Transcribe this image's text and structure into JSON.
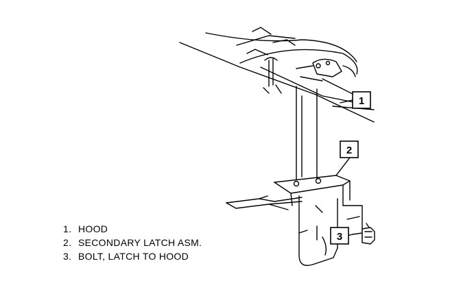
{
  "callouts": [
    {
      "number": "1"
    },
    {
      "number": "2"
    },
    {
      "number": "3"
    }
  ],
  "legend": [
    {
      "number": "1.",
      "text": "HOOD"
    },
    {
      "number": "2.",
      "text": "SECONDARY LATCH ASM."
    },
    {
      "number": "3.",
      "text": "BOLT, LATCH TO HOOD"
    }
  ]
}
